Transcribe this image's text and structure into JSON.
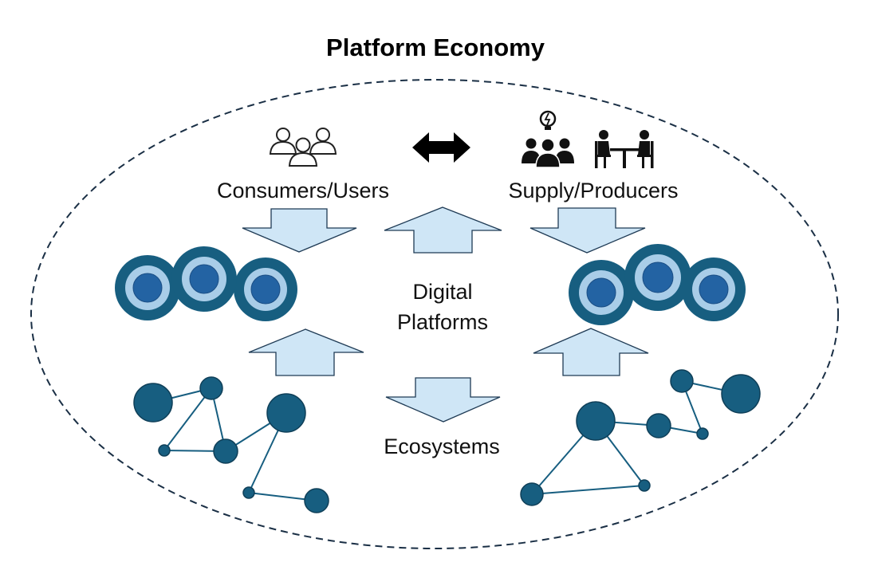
{
  "title": "Platform Economy",
  "labels": {
    "consumers": "Consumers/Users",
    "producers": "Supply/Producers",
    "platforms_line1": "Digital",
    "platforms_line2": "Platforms",
    "ecosystems": "Ecosystems"
  },
  "icons": [
    "users-group-icon",
    "bidirectional-arrow-icon",
    "idea-team-icon",
    "meeting-table-icon"
  ],
  "colors": {
    "node": "#175e80",
    "platform_ring_outer": "#175e80",
    "platform_ring_middle": "#a9cde8",
    "platform_core": "#2363a3",
    "block_arrow_fill": "#cfe6f6",
    "outline": "#1f3b55"
  }
}
